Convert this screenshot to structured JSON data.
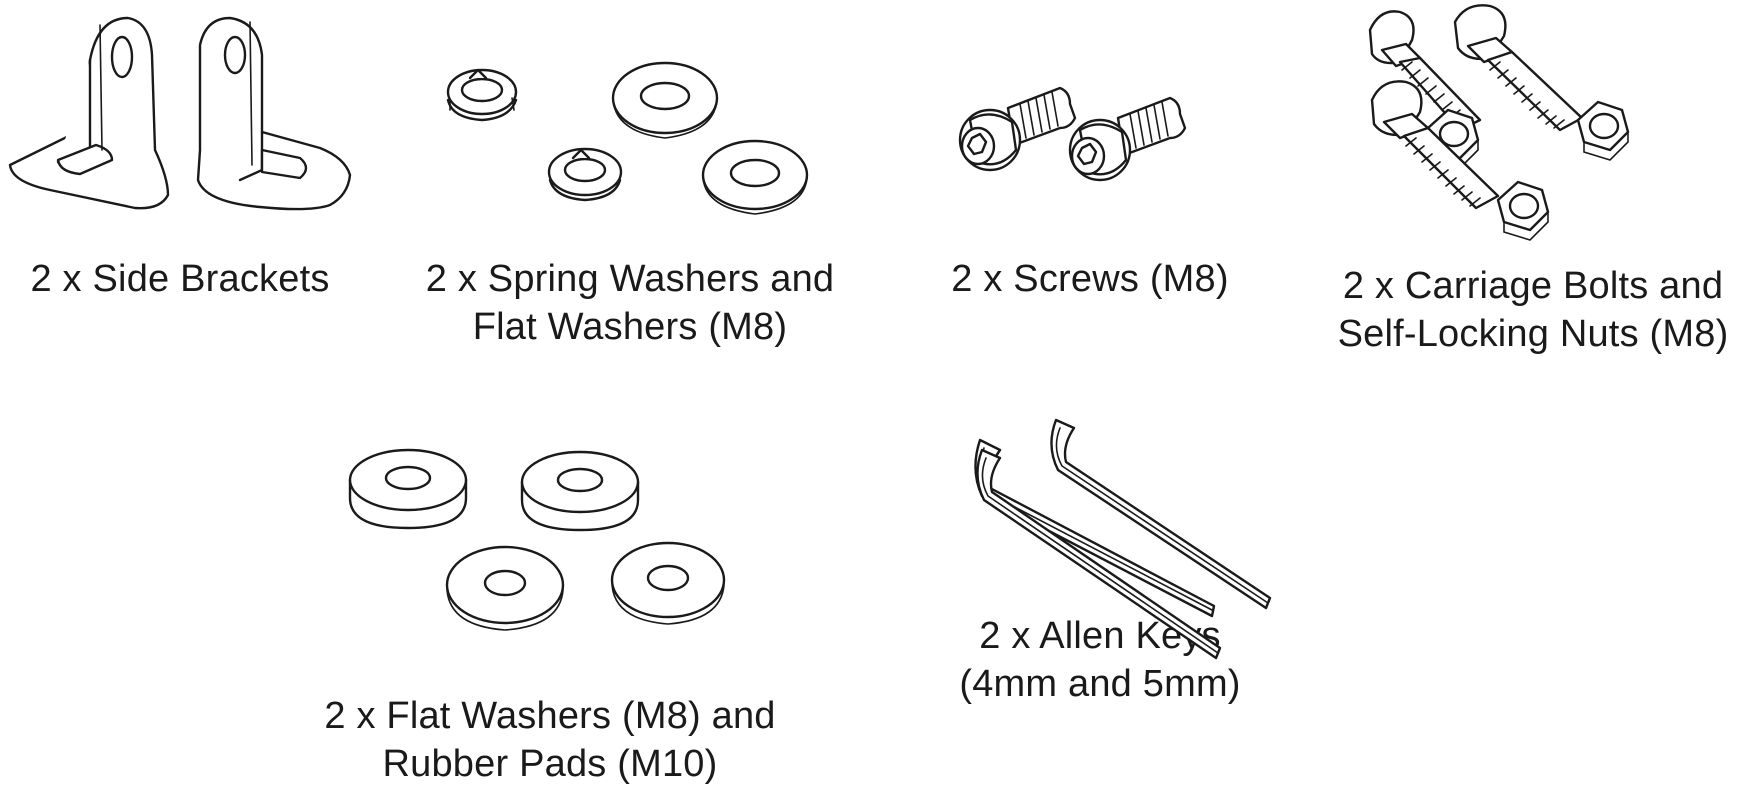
{
  "parts": [
    {
      "id": "side-brackets",
      "lines": [
        "2 x Side Brackets"
      ],
      "icon": "side-bracket-icon"
    },
    {
      "id": "spring-flat-washers",
      "lines": [
        "2 x Spring Washers and",
        "Flat Washers (M8)"
      ],
      "icon": "washer-icon"
    },
    {
      "id": "screws",
      "lines": [
        "2 x Screws (M8)"
      ],
      "icon": "screw-icon"
    },
    {
      "id": "carriage-bolts-nuts",
      "lines": [
        "2 x Carriage Bolts and",
        "Self-Locking Nuts (M8)"
      ],
      "icon": "bolt-icon"
    },
    {
      "id": "flat-washers-rubber-pads",
      "lines": [
        "2 x Flat Washers (M8) and",
        "Rubber Pads (M10)"
      ],
      "icon": "rubber-pad-icon"
    },
    {
      "id": "allen-keys",
      "lines": [
        "2 x Allen Keys",
        "(4mm and 5mm)"
      ],
      "icon": "allen-key-icon"
    }
  ]
}
